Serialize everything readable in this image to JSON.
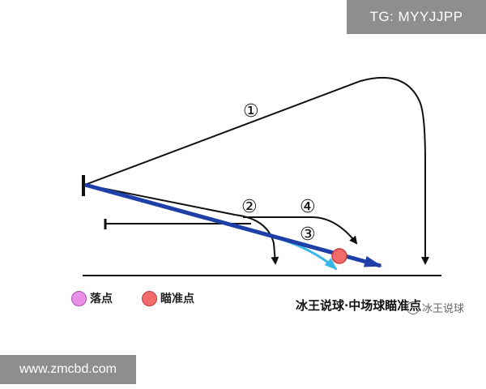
{
  "badges": {
    "top_right": "TG: MYYJJPP",
    "bottom_left": "www.zmcbd.com"
  },
  "legend": {
    "landing_label": "落点",
    "aim_label": "瞄准点",
    "landing_color": "#ea8fe8",
    "aim_color": "#f26b6b"
  },
  "caption": "冰王说球·中场球瞄准点",
  "watermark": {
    "text": "冰王说球",
    "icon": "wechat-icon"
  },
  "labels": {
    "path1": "①",
    "path2": "②",
    "path3": "③",
    "path4": "④"
  },
  "colors": {
    "dark_blue": "#1e3fa8",
    "light_blue": "#39b6ea",
    "line": "#111111"
  }
}
